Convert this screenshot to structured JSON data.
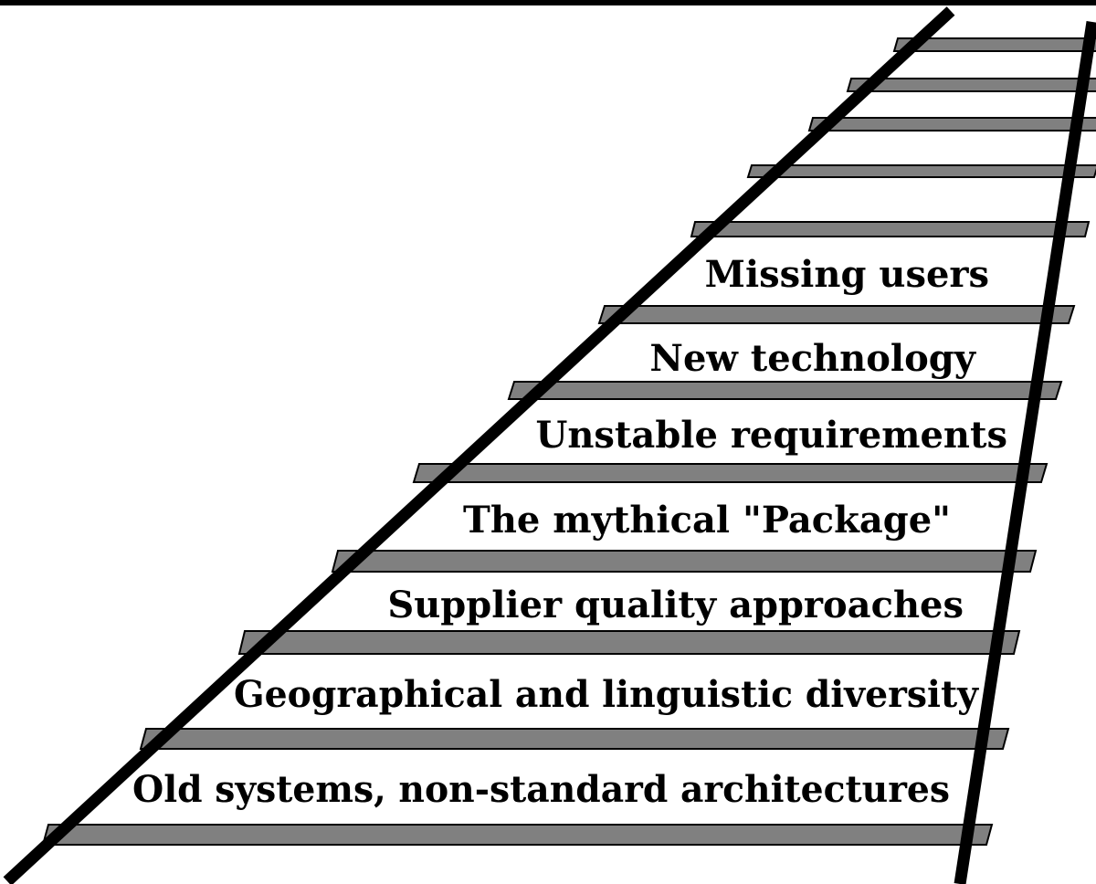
{
  "labels": [
    "Missing users",
    "New technology",
    "Unstable requirements",
    "The mythical \"Package\"",
    "Supplier quality approaches",
    "Geographical and linguistic diversity",
    "Old systems, non-standard architectures"
  ]
}
